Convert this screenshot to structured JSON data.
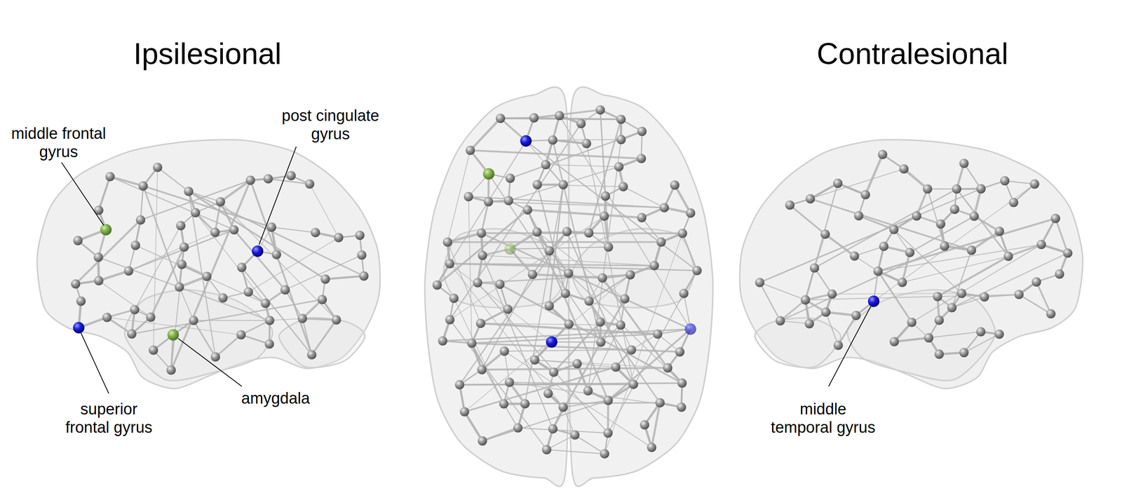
{
  "diagram": {
    "labels": [
      "Ipsilesional",
      "Contralesional",
      "middle frontal gyrus",
      "post cingulate gyrus",
      "superior frontal gyrus",
      "amygdala",
      "middle temporal gyrus"
    ]
  }
}
